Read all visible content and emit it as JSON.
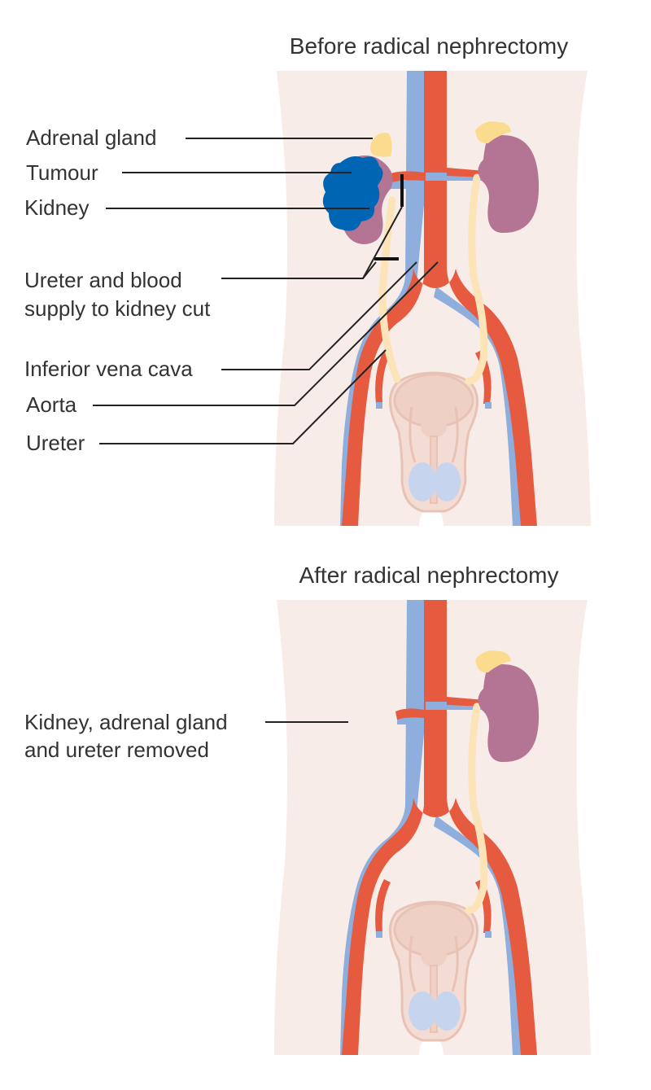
{
  "panels": {
    "before": {
      "title": "Before radical nephrectomy",
      "labels": {
        "adrenal_gland": "Adrenal gland",
        "tumour": "Tumour",
        "kidney": "Kidney",
        "cut_line1": "Ureter and blood",
        "cut_line2": "supply to kidney cut",
        "ivc": "Inferior vena cava",
        "aorta": "Aorta",
        "ureter": "Ureter"
      }
    },
    "after": {
      "title": "After radical nephrectomy",
      "labels": {
        "removed_line1": "Kidney, adrenal gland",
        "removed_line2": "and ureter removed"
      }
    }
  },
  "colors": {
    "body": "#f8ece8",
    "aorta": "#e65a3f",
    "vein": "#8eaedd",
    "kidney": "#b47494",
    "adrenal": "#fbdc8f",
    "ureter": "#fde3b8",
    "tumour": "#0066b3",
    "bladder": "#efd0c4",
    "testes": "#c7d4ee"
  }
}
